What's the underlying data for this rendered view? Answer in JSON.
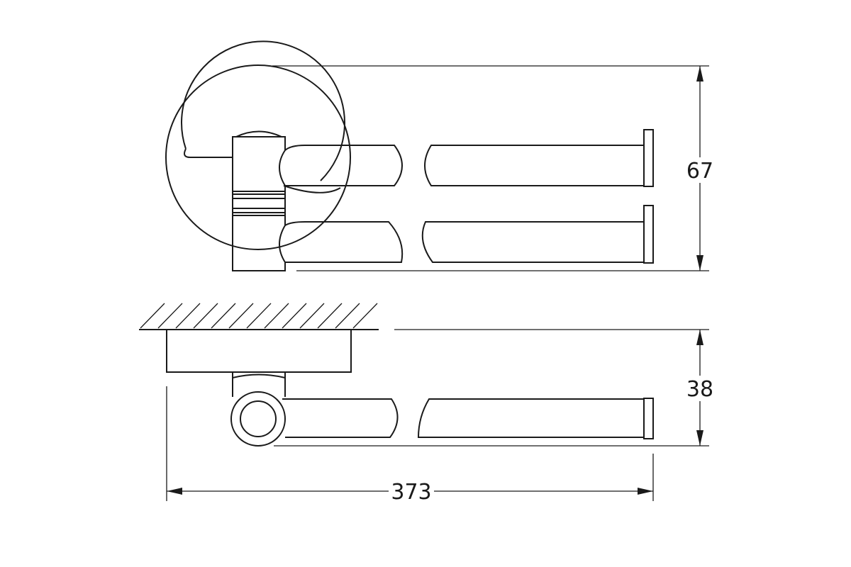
{
  "dimensions": {
    "height_top_view": "67",
    "height_side_view": "38",
    "overall_length": "373"
  },
  "colors": {
    "line": "#1a1a1a",
    "background": "#ffffff"
  }
}
